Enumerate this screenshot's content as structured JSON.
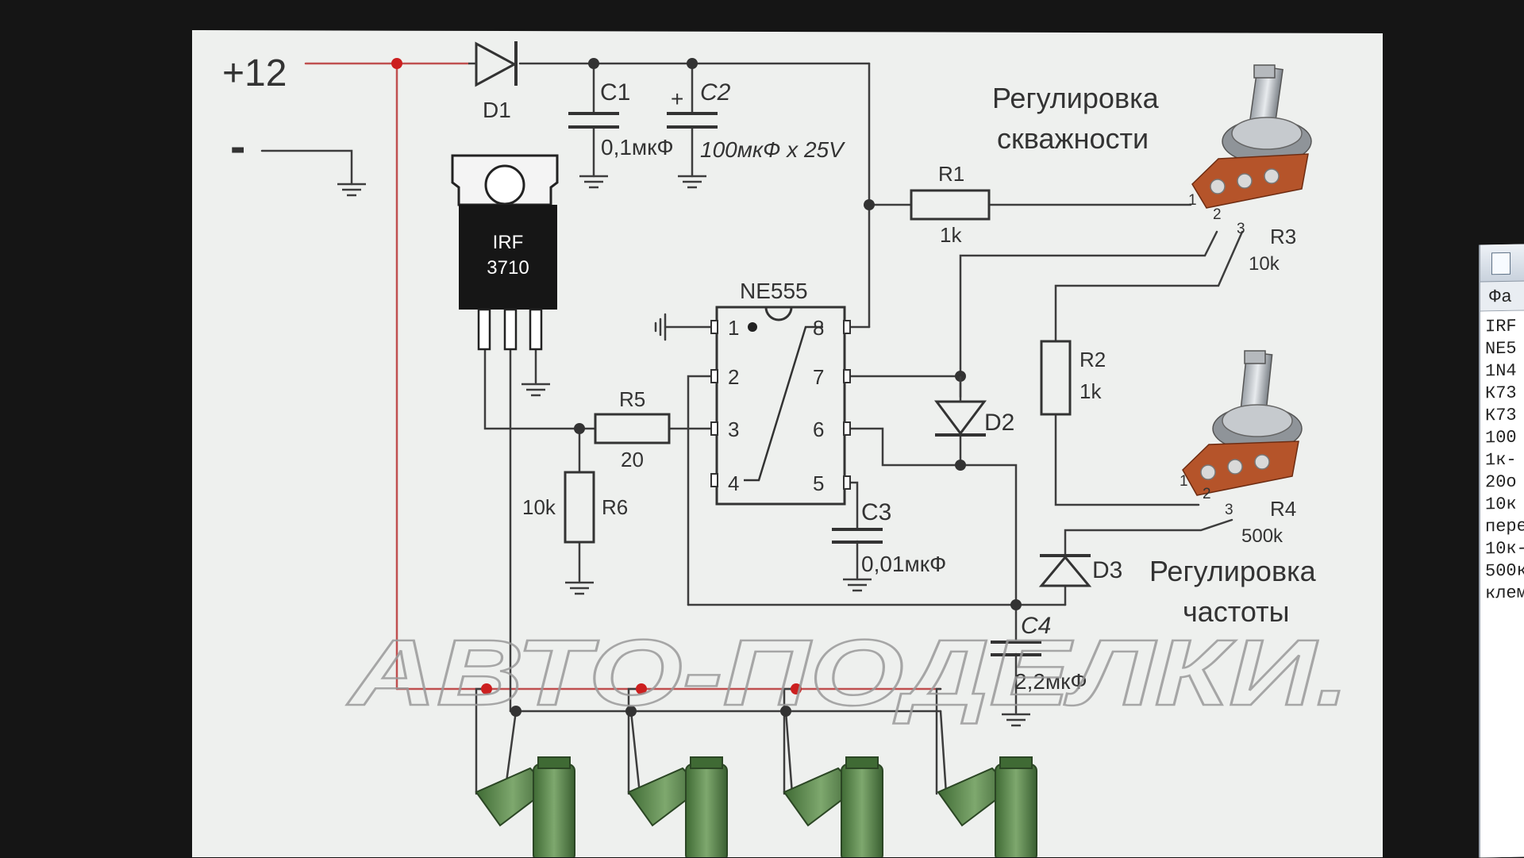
{
  "supply": {
    "plus": "+12",
    "minus": "-"
  },
  "diodes": {
    "d1": "D1",
    "d2": "D2",
    "d3": "D3"
  },
  "capacitors": {
    "c1": {
      "name": "C1",
      "value": "0,1мкФ"
    },
    "c2": {
      "name": "C2",
      "value": "100мкФ x 25V",
      "polarity": "+"
    },
    "c3": {
      "name": "C3",
      "value": "0,01мкФ"
    },
    "c4": {
      "name": "C4",
      "value": "2,2мкФ"
    }
  },
  "transistor": {
    "line1": "IRF",
    "line2": "3710"
  },
  "resistors": {
    "r1": {
      "name": "R1",
      "value": "1k"
    },
    "r2": {
      "name": "R2",
      "value": "1k"
    },
    "r5": {
      "name": "R5",
      "value": "20"
    },
    "r6": {
      "name": "R6",
      "value": "10k"
    }
  },
  "potentiometers": {
    "r3": {
      "name": "R3",
      "value": "10k",
      "pins": [
        "1",
        "2",
        "3"
      ]
    },
    "r4": {
      "name": "R4",
      "value": "500k",
      "pins": [
        "1",
        "2",
        "3"
      ]
    }
  },
  "chip": {
    "name": "NE555",
    "pins": [
      "1",
      "2",
      "3",
      "4",
      "5",
      "6",
      "7",
      "8"
    ]
  },
  "labels": {
    "duty_line1": "Регулировка",
    "duty_line2": "скважности",
    "freq_line1": "Регулировка",
    "freq_line2": "частоты"
  },
  "watermark": "АВТО-ПОДЕЛКИ.",
  "side_panel": {
    "tab": "Фа",
    "lines": [
      "IRF",
      "NE5",
      "1N4",
      "К73",
      "К73",
      "100",
      "1к-",
      "20о",
      "10к",
      "пере",
      "10к-",
      "500к",
      "клем"
    ]
  },
  "colors": {
    "wire": "#3d3d3d",
    "supply_wire": "#c05050",
    "junction_red": "#cc1f1f",
    "paper": "#eef0ee",
    "injector_green": "#5e8a50"
  }
}
